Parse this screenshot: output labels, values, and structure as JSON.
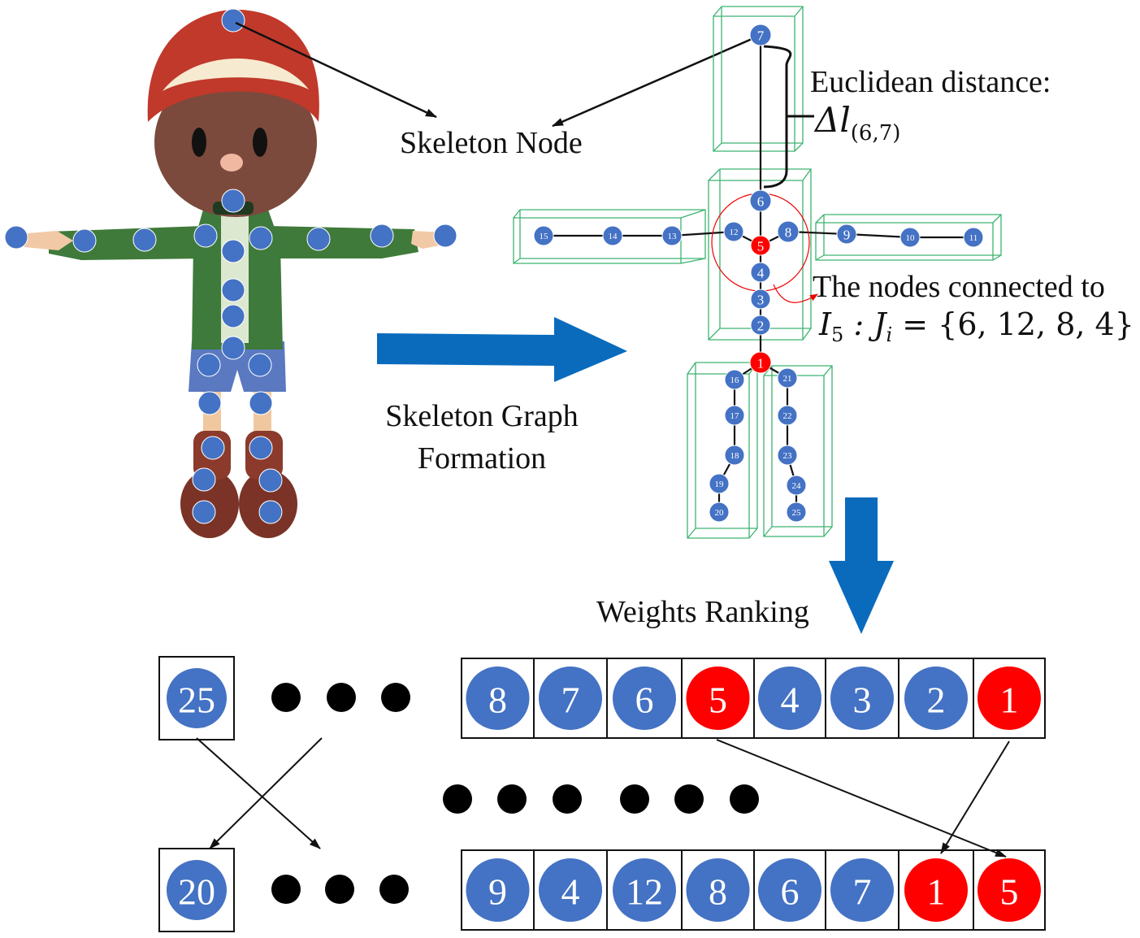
{
  "labels": {
    "skeleton_node": "Skeleton Node",
    "formation_line1": "Skeleton Graph",
    "formation_line2": "Formation",
    "euclid_title": "Euclidean distance:",
    "euclid_symbol": "Δl",
    "euclid_sub": "(6,7)",
    "connected_line1": "The nodes connected to",
    "connected_I": "I",
    "connected_I_sub": "5",
    "connected_J": " : J",
    "connected_J_sub": "i",
    "connected_set": " = {6, 12, 8, 4}",
    "weights_ranking": "Weights Ranking"
  },
  "colors": {
    "node_blue": "#4472c4",
    "node_red": "#ff0000",
    "arrow_blue": "#0a6bbd",
    "box_green": "#3cb371"
  },
  "graph_nodes": [
    {
      "id": "1",
      "red": true
    },
    {
      "id": "2",
      "red": false
    },
    {
      "id": "3",
      "red": false
    },
    {
      "id": "4",
      "red": false
    },
    {
      "id": "5",
      "red": true
    },
    {
      "id": "6",
      "red": false
    },
    {
      "id": "7",
      "red": false
    },
    {
      "id": "8",
      "red": false
    },
    {
      "id": "9",
      "red": false
    },
    {
      "id": "10",
      "red": false
    },
    {
      "id": "11",
      "red": false
    },
    {
      "id": "12",
      "red": false
    },
    {
      "id": "13",
      "red": false
    },
    {
      "id": "14",
      "red": false
    },
    {
      "id": "15",
      "red": false
    },
    {
      "id": "16",
      "red": false
    },
    {
      "id": "17",
      "red": false
    },
    {
      "id": "18",
      "red": false
    },
    {
      "id": "19",
      "red": false
    },
    {
      "id": "20",
      "red": false
    },
    {
      "id": "21",
      "red": false
    },
    {
      "id": "22",
      "red": false
    },
    {
      "id": "23",
      "red": false
    },
    {
      "id": "24",
      "red": false
    },
    {
      "id": "25",
      "red": false
    }
  ],
  "ranking_top": {
    "single": "25",
    "cells": [
      {
        "label": "8",
        "red": false
      },
      {
        "label": "7",
        "red": false
      },
      {
        "label": "6",
        "red": false
      },
      {
        "label": "5",
        "red": true
      },
      {
        "label": "4",
        "red": false
      },
      {
        "label": "3",
        "red": false
      },
      {
        "label": "2",
        "red": false
      },
      {
        "label": "1",
        "red": true
      }
    ]
  },
  "ranking_bottom": {
    "single": "20",
    "cells": [
      {
        "label": "9",
        "red": false
      },
      {
        "label": "4",
        "red": false
      },
      {
        "label": "12",
        "red": false
      },
      {
        "label": "8",
        "red": false
      },
      {
        "label": "6",
        "red": false
      },
      {
        "label": "7",
        "red": false
      },
      {
        "label": "1",
        "red": true
      },
      {
        "label": "5",
        "red": true
      }
    ]
  }
}
